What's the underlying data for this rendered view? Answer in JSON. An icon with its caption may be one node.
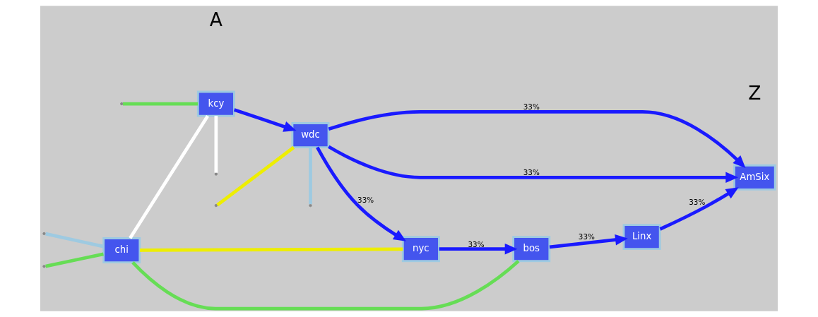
{
  "diagram": {
    "nodes": [
      {
        "text": [
          "chi"
        ]
      },
      {
        "text": [
          "bos"
        ]
      },
      {
        "text": [
          "Linx"
        ]
      },
      {
        "text": [
          "nyc"
        ]
      },
      {
        "text": [
          "AmSix"
        ],
        "beside": [
          "Z"
        ]
      },
      {
        "text": [
          "kcy"
        ],
        "beside": [
          "A"
        ]
      },
      {
        "text": [
          "wdc"
        ]
      }
    ],
    "edges": [
      {
        "from": null,
        "to": 0,
        "arrow": "none",
        "color": "#9ecae1"
      },
      {
        "from": null,
        "to": 0,
        "arrow": "none",
        "color": "#66dd55"
      },
      {
        "from": 0,
        "to": 1,
        "arrow": "none",
        "color": "#66dd55"
      },
      {
        "from": 0,
        "to": 3,
        "arrow": "none",
        "color": "#eeee00"
      },
      {
        "from": 0,
        "to": 5,
        "arrow": "none",
        "color": "#ffffff"
      },
      {
        "from": 1,
        "to": 2,
        "arrow": "to",
        "label": "33%"
      },
      {
        "from": 3,
        "to": 1,
        "arrow": "to",
        "label": "33%"
      },
      {
        "from": 2,
        "to": 4,
        "arrow": "to",
        "label": "33%"
      },
      {
        "from": 6,
        "to": 3,
        "arrow": "to",
        "label": "33%"
      },
      {
        "from": 6,
        "to": 4,
        "arrow": "to",
        "label": "33%"
      },
      {
        "from": 6,
        "to": 4,
        "arrow": "to",
        "label": "33%"
      },
      {
        "from": null,
        "to": 5,
        "arrow": "none",
        "color": "#66dd55"
      },
      {
        "from": 5,
        "to": 6,
        "arrow": "to"
      },
      {
        "from": 5,
        "to": null,
        "arrow": "none",
        "color": "#ffffff"
      },
      {
        "from": null,
        "to": 6,
        "arrow": "none",
        "color": "#eeee00"
      },
      {
        "from": 6,
        "to": null,
        "arrow": "none",
        "color": "#9ecae1"
      }
    ]
  }
}
